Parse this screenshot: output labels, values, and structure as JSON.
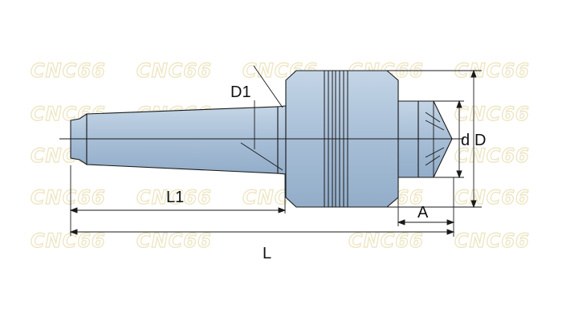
{
  "watermark": {
    "text": "CNC66"
  },
  "labels": {
    "d1": "D1",
    "l1": "L1",
    "l": "L",
    "a": "A",
    "d": "d",
    "d_big": "D"
  },
  "colors": {
    "body_fill": "#a7bed6",
    "outline": "#1a1a1a",
    "watermark": "#eee6c4",
    "background": "#ffffff"
  }
}
